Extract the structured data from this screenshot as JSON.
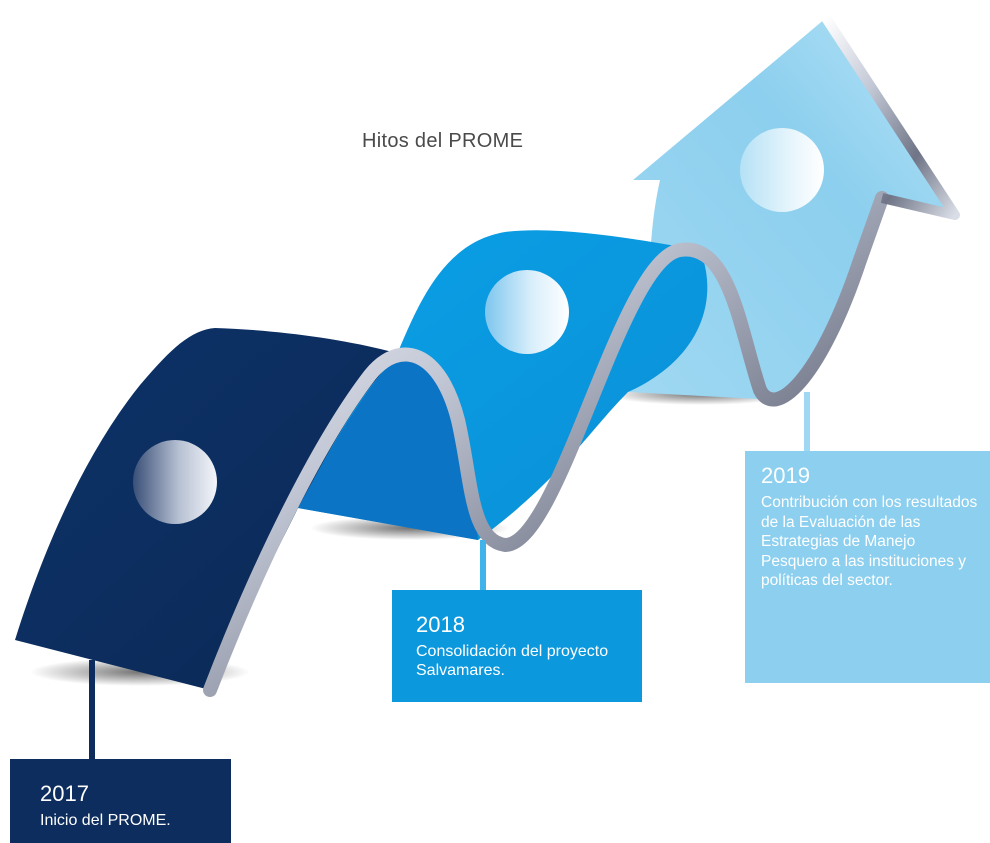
{
  "title": "Hitos del PROME",
  "colors": {
    "milestone_2017": "#0c2d5e",
    "milestone_2018": "#0b98dd",
    "milestone_2019": "#8ccfee",
    "ribbon_edge": "#9ea3b3"
  },
  "milestones": [
    {
      "year": "2017",
      "description": "Inicio del PROME."
    },
    {
      "year": "2018",
      "description": "Consolidación del proyecto Salvamares."
    },
    {
      "year": "2019",
      "description": "Contribución con los resultados de la Evaluación de las Estrategias de Manejo Pesquero a las instituciones y políticas del sector."
    }
  ]
}
